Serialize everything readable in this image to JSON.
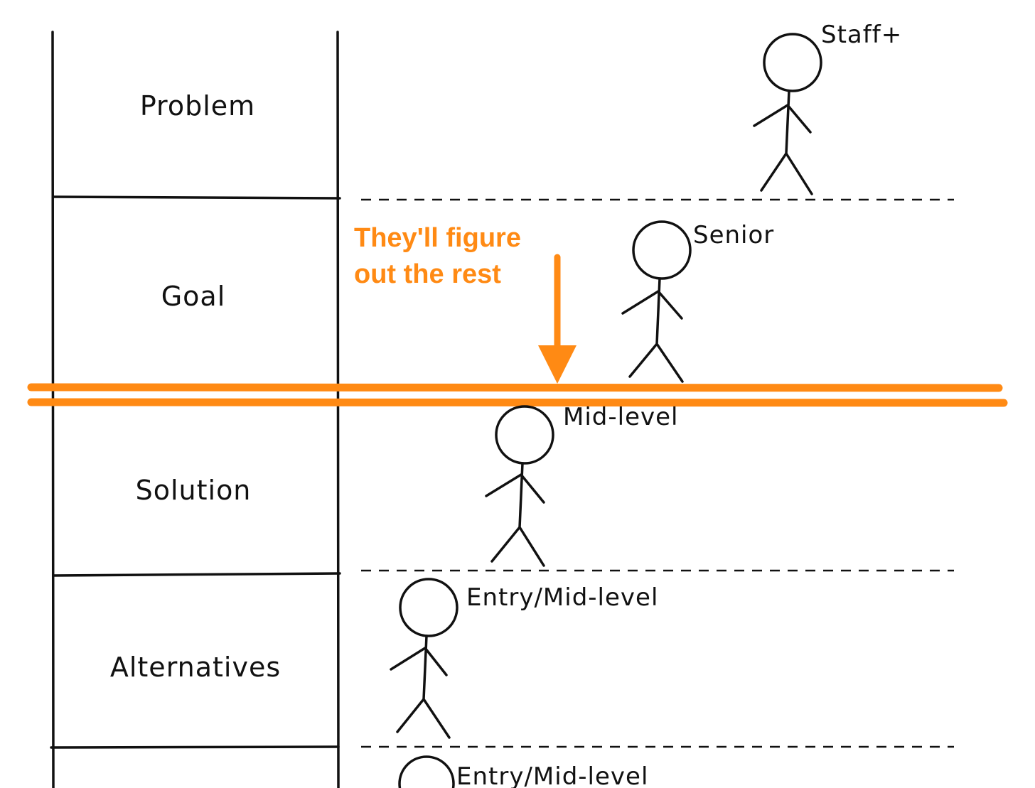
{
  "stages": [
    {
      "label": "Problem"
    },
    {
      "label": "Goal"
    },
    {
      "label": "Solution"
    },
    {
      "label": "Alternatives"
    }
  ],
  "levels": [
    {
      "label": "Staff+"
    },
    {
      "label": "Senior"
    },
    {
      "label": "Mid-level"
    },
    {
      "label": "Entry/Mid-level"
    },
    {
      "label": "Entry/Mid-level"
    }
  ],
  "callout": {
    "line1": "They'll figure",
    "line2": "out the rest"
  },
  "colors": {
    "accent": "#ff8a14",
    "ink": "#111111",
    "background": "#ffffff"
  }
}
